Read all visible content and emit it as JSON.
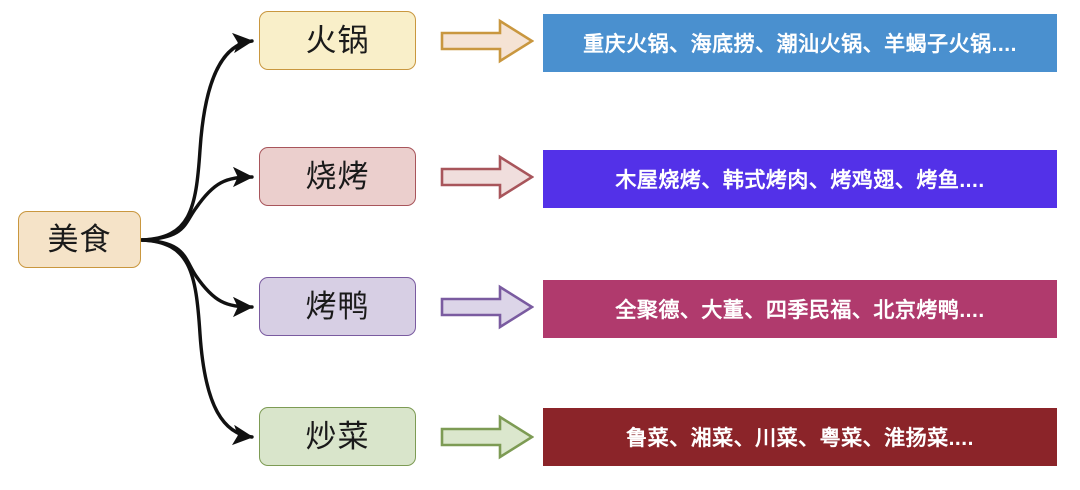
{
  "diagram": {
    "title_node": {
      "label": "美食"
    },
    "branches": [
      {
        "label": "火锅",
        "arrow_icon": "right-block-arrow-icon",
        "content": "重庆火锅、海底捞、潮汕火锅、羊蝎子火锅....",
        "node_fill": "#f9efc9",
        "node_border": "#c9973f",
        "arrow_fill": "#f5e3d4",
        "arrow_border": "#c9973f",
        "bar_fill": "#4a90cf"
      },
      {
        "label": "烧烤",
        "arrow_icon": "right-block-arrow-icon",
        "content": "木屋烧烤、韩式烤肉、烤鸡翅、烤鱼....",
        "node_fill": "#ebcfcd",
        "node_border": "#a8555b",
        "arrow_fill": "#f0dedd",
        "arrow_border": "#a8555b",
        "bar_fill": "#5331e8"
      },
      {
        "label": "烤鸭",
        "arrow_icon": "right-block-arrow-icon",
        "content": "全聚德、大董、四季民福、北京烤鸭....",
        "node_fill": "#d7cfe4",
        "node_border": "#7a5ba0",
        "arrow_fill": "#dcd5e8",
        "arrow_border": "#7a5ba0",
        "bar_fill": "#b03a6d"
      },
      {
        "label": "炒菜",
        "arrow_icon": "right-block-arrow-icon",
        "content": "鲁菜、湘菜、川菜、粤菜、淮扬菜....",
        "node_fill": "#d9e5cb",
        "node_border": "#7d9b54",
        "arrow_fill": "#dbe7cd",
        "arrow_border": "#7d9b54",
        "bar_fill": "#8b2429"
      }
    ],
    "connector_color": "#111111"
  }
}
